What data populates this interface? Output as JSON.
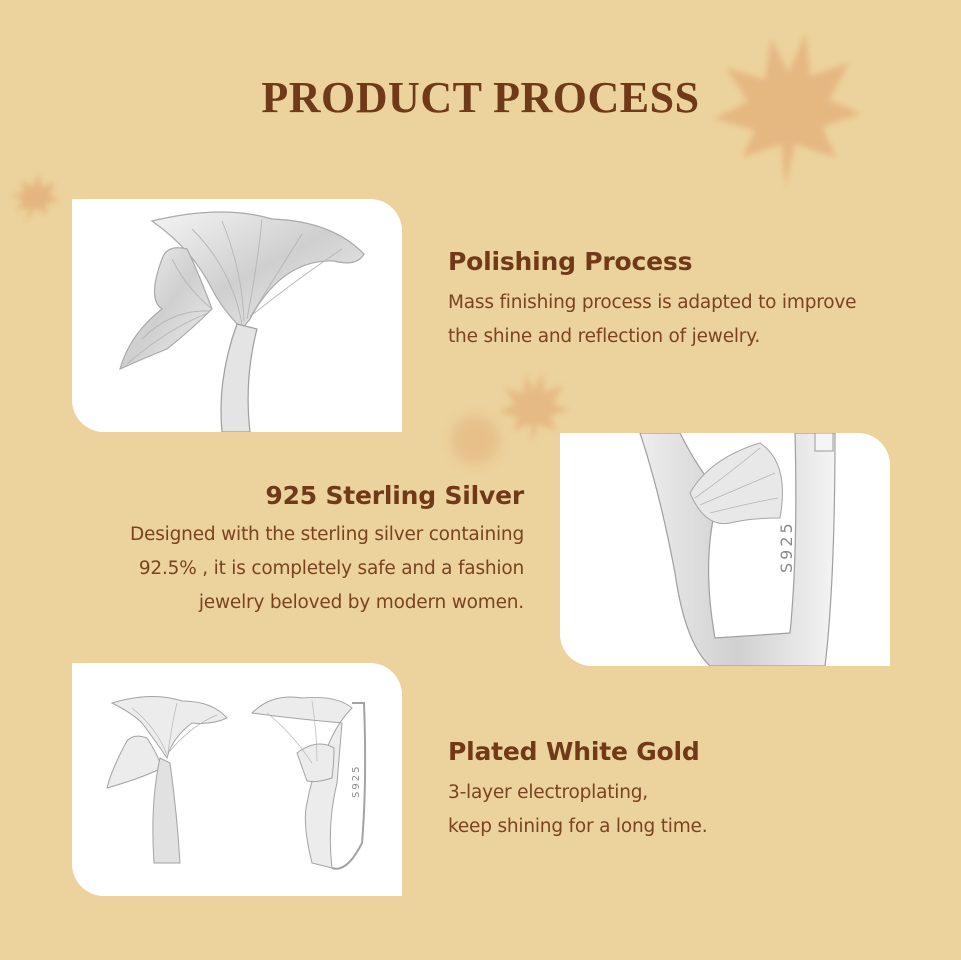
{
  "page": {
    "title": "PRODUCT PROCESS",
    "background_color": "#ecd29c",
    "text_color": "#6e3a17"
  },
  "sections": [
    {
      "heading": "Polishing Process",
      "lines": [
        "Mass finishing process is adapted to improve",
        "the shine and reflection of jewelry."
      ],
      "image": "ginkgo-earring-closeup",
      "align": "left"
    },
    {
      "heading": "925 Sterling Silver",
      "lines": [
        "Designed with the sterling silver containing",
        "92.5% , it is completely safe and a fashion",
        "jewelry beloved by modern women."
      ],
      "image": "earring-hoop-s925-stamp",
      "stamp": "S925",
      "align": "right"
    },
    {
      "heading": "Plated White Gold",
      "lines": [
        "3-layer electroplating,",
        "keep shining for a long time."
      ],
      "image": "earring-pair-front-side",
      "stamp": "S925",
      "align": "left"
    }
  ],
  "decorations": [
    "maple-leaf-top-right",
    "maple-leaf-left",
    "maple-leaf-center"
  ]
}
